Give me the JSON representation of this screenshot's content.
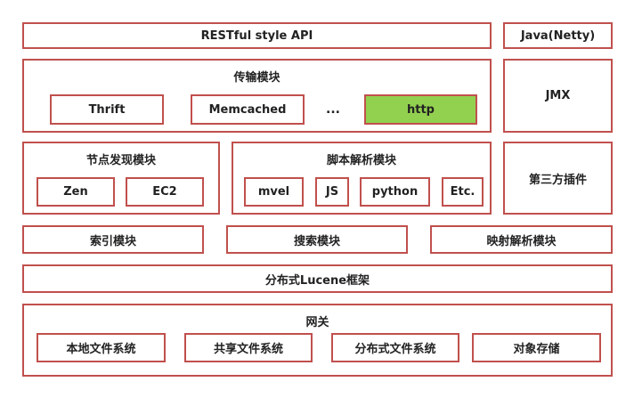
{
  "top": {
    "restful_api": "RESTful style API",
    "java_netty": "Java(Netty)"
  },
  "transport": {
    "title": "传输模块",
    "items": [
      "Thrift",
      "Memcached",
      "...",
      "http"
    ]
  },
  "jmx": "JMX",
  "discovery": {
    "title": "节点发现模块",
    "items": [
      "Zen",
      "EC2"
    ]
  },
  "scripting": {
    "title": "脚本解析模块",
    "items": [
      "mvel",
      "JS",
      "python",
      "Etc."
    ]
  },
  "plugins": "第三方插件",
  "row4": [
    "索引模块",
    "搜索模块",
    "映射解析模块"
  ],
  "lucene": "分布式Lucene框架",
  "gateway": {
    "title": "网关",
    "items": [
      "本地文件系统",
      "共享文件系统",
      "分布式文件系统",
      "对象存储"
    ]
  },
  "colors": {
    "border": "#c0504d",
    "highlight": "#92d050"
  }
}
